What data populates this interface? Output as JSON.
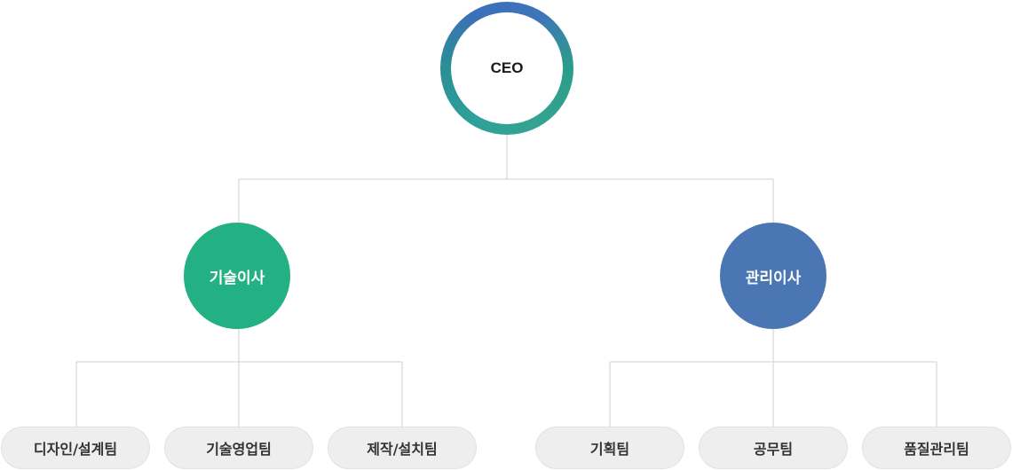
{
  "ceo": {
    "label": "CEO"
  },
  "directors": [
    {
      "label": "기술이사",
      "color": "#23b083",
      "teams": [
        "디자인/설계팀",
        "기술영업팀",
        "제작/설치팀"
      ]
    },
    {
      "label": "관리이사",
      "color": "#4a76b3",
      "teams": [
        "기획팀",
        "공무팀",
        "품질관리팀"
      ]
    }
  ],
  "colors": {
    "line": "#cfcfcf",
    "team_bg": "#eeeeee",
    "ceo_ring_from": "#2a9d8a",
    "ceo_ring_to": "#3f74bb"
  }
}
